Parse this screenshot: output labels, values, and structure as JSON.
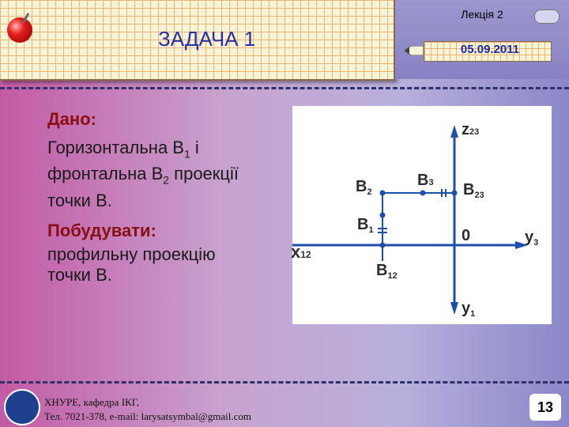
{
  "header": {
    "title": "ЗАДАЧА 1",
    "lecture": "Лекція 2",
    "date": "05.09.2011"
  },
  "given": {
    "heading": "Дано:",
    "line1": " Горизонтальна В",
    "line1_sub": "1",
    "line1_end": " і",
    "line2": "фронтальна В",
    "line2_sub": "2",
    "line2_end": " проекції",
    "line3": "точки В."
  },
  "build": {
    "heading": "Побудувати:",
    "line1": "профильну проекцію",
    "line2": "точки В."
  },
  "diagram": {
    "labels": {
      "z": "z",
      "z_sub": "23",
      "b2": "B",
      "b2_sub": "2",
      "b3": "B",
      "b3_sub": "3",
      "b23": "B",
      "b23_sub": "23",
      "b1": "B",
      "b1_sub": "1",
      "zero": "0",
      "y3": "y",
      "y3_sub": "3",
      "b12": "B",
      "b12_sub": "12",
      "y1": "y",
      "y1_sub": "1",
      "x": "x",
      "x_sub": "12"
    }
  },
  "footer": {
    "line1": "ХНУРЕ,  кафедра ІКГ,",
    "line2": "Тел. 7021-378, e-mail: larysatsymbal@gmail.com",
    "page_number": "13"
  }
}
